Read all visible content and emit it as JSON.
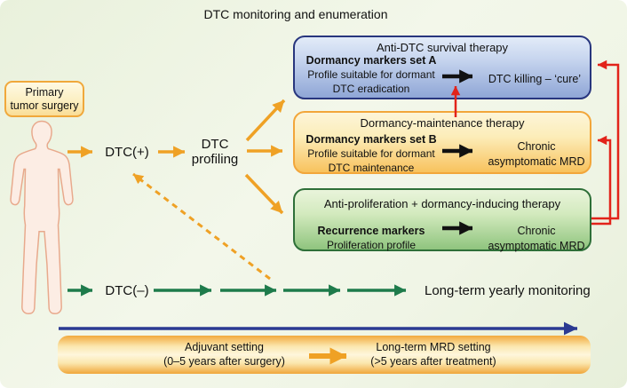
{
  "title": "DTC monitoring and enumeration",
  "colors": {
    "orange": "#EFA125",
    "green": "#1E7B4B",
    "red": "#E2231A",
    "blue": "#2B3A92",
    "black": "#111111",
    "body_fill": "#FCEDE4",
    "body_stroke": "#E8A98C"
  },
  "pathway": {
    "surgery_line1": "Primary",
    "surgery_line2": "tumor surgery",
    "dtc_positive": "DTC(+)",
    "profiling_line1": "DTC",
    "profiling_line2": "profiling",
    "dtc_negative": "DTC(–)",
    "monitoring": "Long-term yearly monitoring"
  },
  "therapy_boxes": [
    {
      "title": "Anti-DTC survival therapy",
      "marker_bold": "Dormancy markers set A",
      "marker_line1": "Profile suitable for dormant",
      "marker_line2": "DTC eradication",
      "outcome": "DTC killing – ‘cure’"
    },
    {
      "title": "Dormancy-maintenance therapy",
      "marker_bold": "Dormancy markers set B",
      "marker_line1": "Profile suitable for dormant",
      "marker_line2": "DTC maintenance",
      "outcome_line1": "Chronic",
      "outcome_line2": "asymptomatic MRD"
    },
    {
      "title": "Anti-proliferation + dormancy-inducing therapy",
      "marker_bold": "Recurrence markers",
      "marker_line1": "Proliferation profile",
      "outcome_line1": "Chronic",
      "outcome_line2": "asymptomatic MRD"
    }
  ],
  "timeline": {
    "adjuvant_line1": "Adjuvant setting",
    "adjuvant_line2": "(0–5 years after surgery)",
    "longterm_line1": "Long-term MRD setting",
    "longterm_line2": "(>5 years after treatment)"
  }
}
